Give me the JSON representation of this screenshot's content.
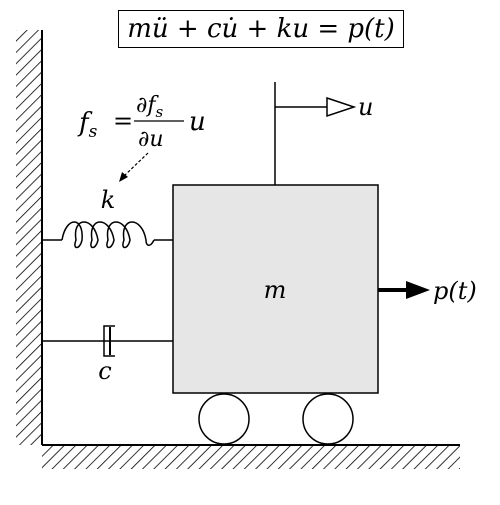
{
  "equation": "mü + cu̇ + ku = p(t)",
  "labels": {
    "mass": "m",
    "spring": "k",
    "damper": "c",
    "displacement": "u",
    "force": "p(t)"
  },
  "stiffness_formula": {
    "lhs": "f",
    "lhs_sub": "s",
    "equals": "=",
    "numerator": "∂f",
    "numerator_sub": "s",
    "denominator": "∂u",
    "factor": "u"
  }
}
